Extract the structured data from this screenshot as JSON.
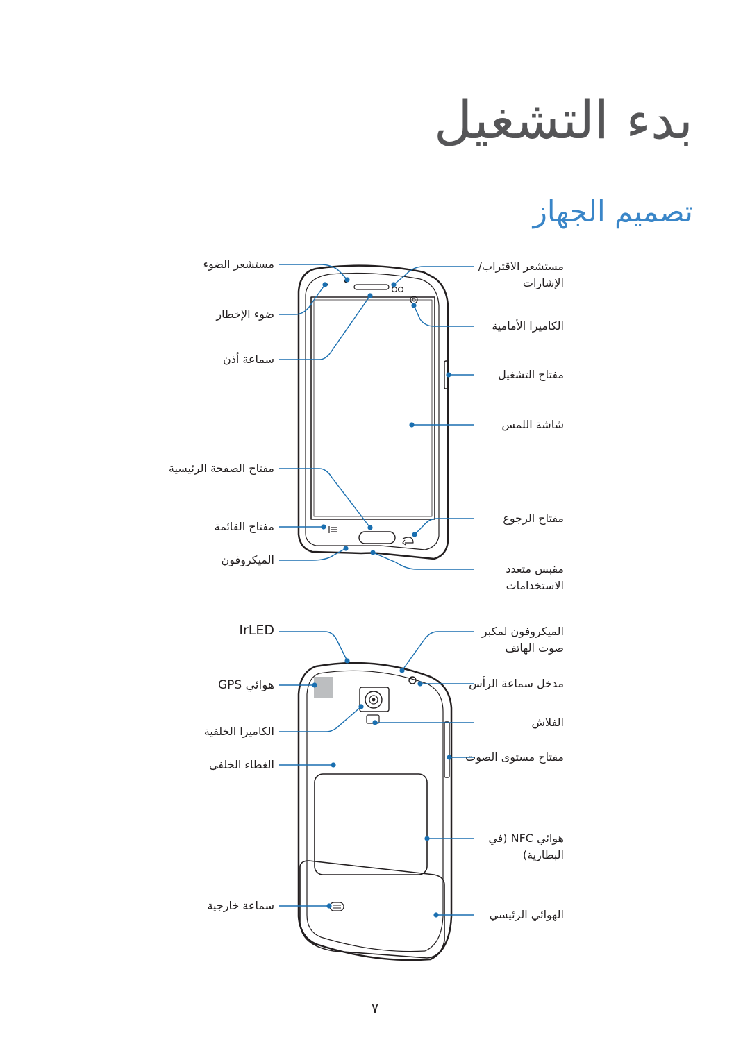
{
  "chapter_title": "بدء التشغيل",
  "section_title": "تصميم الجهاز",
  "front_labels": {
    "light_sensor": "مستشعر الضوء",
    "notification_led": "ضوء الإخطار",
    "earpiece": "سماعة أذن",
    "home_key": "مفتاح الصفحة الرئيسية",
    "menu_key": "مفتاح القائمة",
    "microphone": "الميكروفون",
    "proximity_sensor": [
      "مستشعر الاقتراب/",
      "الإشارات"
    ],
    "front_camera": "الكاميرا الأمامية",
    "power_key": "مفتاح التشغيل",
    "touch_screen": "شاشة اللمس",
    "back_key": "مفتاح الرجوع",
    "multipurpose_jack": [
      "مقبس متعدد",
      "الاستخدامات"
    ]
  },
  "back_labels": {
    "irled": "IrLED",
    "gps_antenna": "هوائي GPS",
    "rear_camera": "الكاميرا الخلفية",
    "back_cover": "الغطاء الخلفي",
    "speaker": "سماعة خارجية",
    "noise_mic": [
      "الميكروفون لمكبر",
      "صوت الهاتف"
    ],
    "headset_jack": "مدخل سماعة الرأس",
    "flash": "الفلاش",
    "volume_key": "مفتاح مستوى الصوت",
    "nfc_antenna": [
      "هوائي NFC (في",
      "البطارية)"
    ],
    "main_antenna": "الهوائي الرئيسي"
  },
  "page_number": "٧",
  "colors": {
    "accent": "#3a86c8",
    "callout": "#1a6fb0",
    "title_gray": "#555557"
  }
}
